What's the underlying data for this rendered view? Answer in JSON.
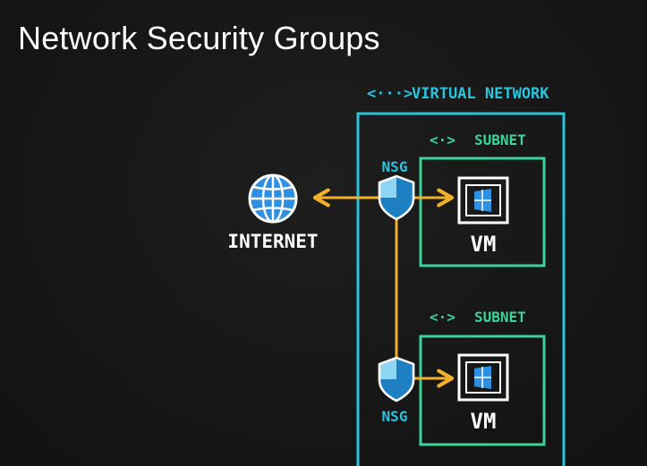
{
  "title": "Network Security Groups",
  "virtual_network": {
    "glyph": "<···>",
    "label": "VIRTUAL NETWORK"
  },
  "subnets": [
    {
      "glyph": "<·>",
      "label": "SUBNET",
      "vm_label": "VM"
    },
    {
      "glyph": "<·>",
      "label": "SUBNET",
      "vm_label": "VM"
    }
  ],
  "nsg_labels": [
    "NSG",
    "NSG"
  ],
  "internet_label": "INTERNET",
  "icons": [
    "globe-icon",
    "shield-icon",
    "windows-vm-icon",
    "bidirectional-arrow",
    "arrow-right"
  ],
  "colors": {
    "background": "#161616",
    "vnet": "#29c4dc",
    "subnet": "#3ad39a",
    "arrow": "#f0b02c",
    "shield_light": "#8fd6f4",
    "shield_dark": "#1f7fc3",
    "globe": "#2f8fe0",
    "text": "#ffffff"
  }
}
